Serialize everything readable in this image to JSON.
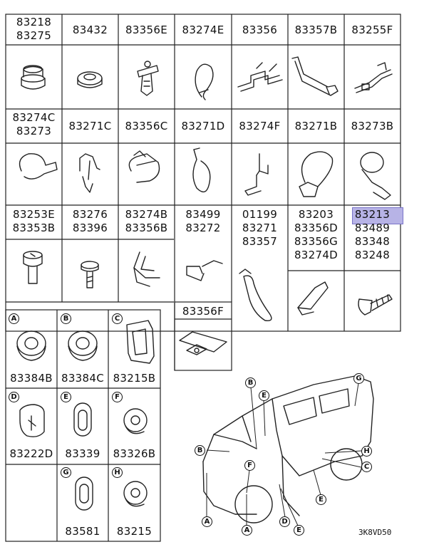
{
  "table_labels": {
    "r1": [
      [
        "83218",
        "83275"
      ],
      [
        "83432"
      ],
      [
        "83356E"
      ],
      [
        "83274E"
      ],
      [
        "83356"
      ],
      [
        "83357B"
      ],
      [
        "83255F"
      ]
    ],
    "r2": [
      [
        "83274C",
        "83273"
      ],
      [
        "83271C"
      ],
      [
        "83356C"
      ],
      [
        "83271D"
      ],
      [
        "83274F"
      ],
      [
        "83271B"
      ],
      [
        "83273B"
      ]
    ],
    "r3": [
      [
        "83253E",
        "83353B"
      ],
      [
        "83276",
        "83396"
      ],
      [
        "83274B",
        "83356B"
      ],
      [
        "83499",
        "83272"
      ],
      [
        "01199",
        "83271",
        "83357"
      ],
      [
        "83203",
        "83356D",
        "83356G",
        "83274D"
      ],
      [
        "83213",
        "83489",
        "83348",
        "83248"
      ]
    ],
    "extra": "83356F"
  },
  "highlight_color": "#b7b3e6",
  "grommets": [
    {
      "letter": "A",
      "part": "83384B"
    },
    {
      "letter": "B",
      "part": "83384C"
    },
    {
      "letter": "C",
      "part": "83215B"
    },
    {
      "letter": "D",
      "part": "83222D"
    },
    {
      "letter": "E",
      "part": "83339"
    },
    {
      "letter": "F",
      "part": "83326B"
    },
    {
      "letter": "G",
      "part": "83581"
    },
    {
      "letter": "H",
      "part": "83215"
    }
  ],
  "vehicle_callouts": [
    "B",
    "E",
    "G",
    "H",
    "C",
    "B",
    "F",
    "E",
    "A",
    "D",
    "E",
    "A"
  ],
  "diagram_code": "3K8VD50"
}
